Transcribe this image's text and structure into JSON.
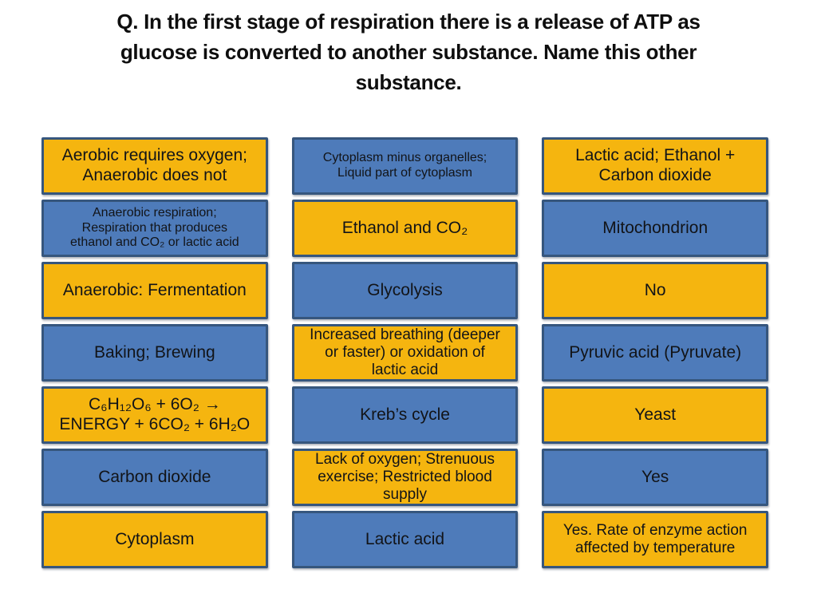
{
  "colors": {
    "page_bg": "#ffffff",
    "yellow": "#f5b50f",
    "blue": "#4e7bba",
    "border": "#36567d",
    "text": "#121418",
    "title_text": "#0e0e0e"
  },
  "title": "Q. In the first stage of respiration there is a release of ATP as\nglucose is converted to another substance. Name this other\nsubstance.",
  "grid": {
    "columns": [
      {
        "boxes": [
          {
            "text": "Aerobic requires oxygen;\nAnaerobic does not",
            "variant": "yellow"
          },
          {
            "text": "Anaerobic respiration;\nRespiration that produces\nethanol and CO₂ or lactic acid",
            "variant": "blue"
          },
          {
            "text": "Anaerobic: Fermentation",
            "variant": "yellow"
          },
          {
            "text": "Baking; Brewing",
            "variant": "blue"
          },
          {
            "text": "C₆H₁₂O₆ + 6O₂ →\nENERGY + 6CO₂ + 6H₂O",
            "variant": "yellow"
          },
          {
            "text": "Carbon dioxide",
            "variant": "blue"
          },
          {
            "text": "Cytoplasm",
            "variant": "yellow"
          }
        ]
      },
      {
        "boxes": [
          {
            "text": "Cytoplasm minus organelles;\nLiquid part of cytoplasm",
            "variant": "blue"
          },
          {
            "text": "Ethanol and CO₂",
            "variant": "yellow"
          },
          {
            "text": "Glycolysis",
            "variant": "blue"
          },
          {
            "text": "Increased breathing (deeper\nor faster) or oxidation of\nlactic acid",
            "variant": "yellow"
          },
          {
            "text": "Kreb’s cycle",
            "variant": "blue"
          },
          {
            "text": "Lack of oxygen; Strenuous\nexercise; Restricted blood\nsupply",
            "variant": "yellow"
          },
          {
            "text": "Lactic acid",
            "variant": "blue"
          }
        ]
      },
      {
        "boxes": [
          {
            "text": "Lactic acid; Ethanol +\nCarbon dioxide",
            "variant": "yellow"
          },
          {
            "text": "Mitochondrion",
            "variant": "blue"
          },
          {
            "text": "No",
            "variant": "yellow"
          },
          {
            "text": "Pyruvic acid (Pyruvate)",
            "variant": "blue"
          },
          {
            "text": "Yeast",
            "variant": "yellow"
          },
          {
            "text": "Yes",
            "variant": "blue"
          },
          {
            "text": "Yes. Rate of enzyme action\naffected by temperature",
            "variant": "yellow"
          }
        ]
      }
    ]
  }
}
